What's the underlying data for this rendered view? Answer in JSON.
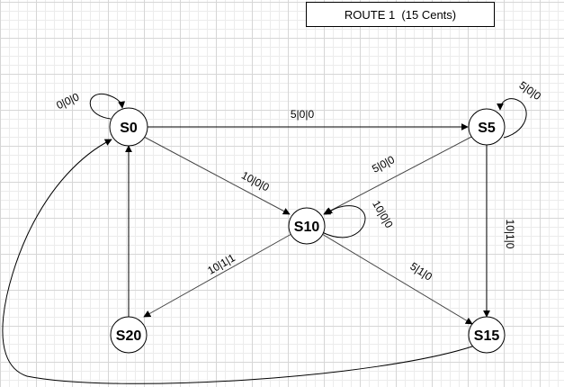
{
  "diagram": {
    "title": "ROUTE 1  (15 Cents)",
    "states": {
      "s0": "S0",
      "s5": "S5",
      "s10": "S10",
      "s15": "S15",
      "s20": "S20"
    },
    "transitions": {
      "s0_self": "0|0|0",
      "s0_to_s5": "5|0|0",
      "s5_self": "5|0|0",
      "s0_to_s10": "10|0|0",
      "s5_to_s10": "5|0|0",
      "s10_self": "10|0|0",
      "s5_to_s15": "10|1|0",
      "s10_to_s20": "10|1|1",
      "s10_to_s15": "5|1|0"
    }
  }
}
